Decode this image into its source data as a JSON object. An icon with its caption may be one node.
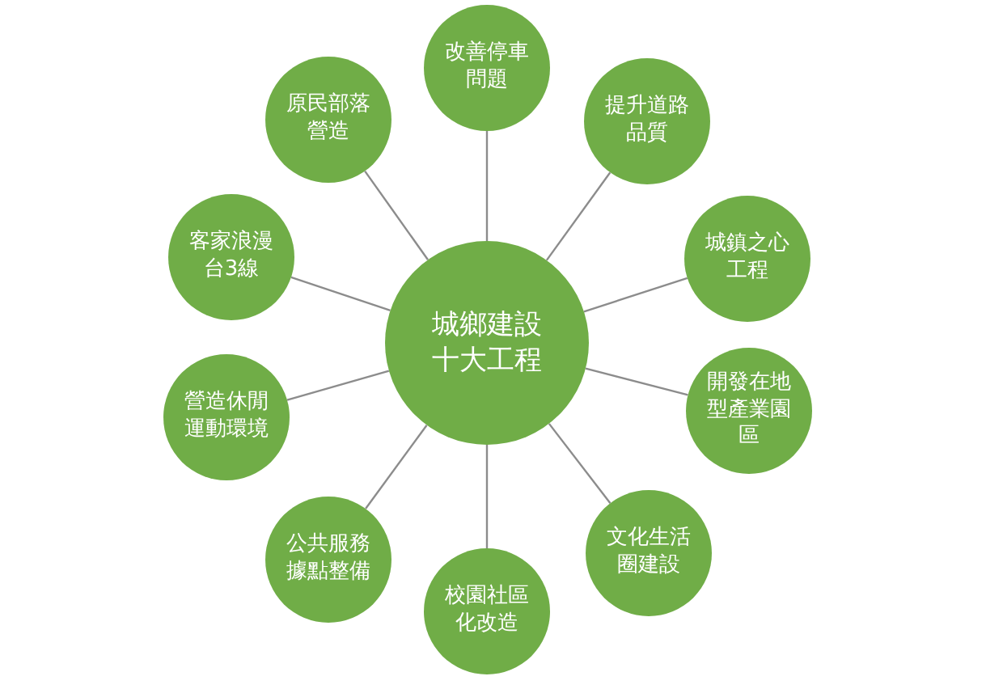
{
  "diagram": {
    "nodes": [
      {
        "text": [
          "城鄉建設十大工程"
        ]
      },
      {
        "text": [
          "改善停車問題"
        ]
      },
      {
        "text": [
          "提升道路品質"
        ]
      },
      {
        "text": [
          "城鎮之心工程"
        ]
      },
      {
        "text": [
          "開發在地型產業園區"
        ]
      },
      {
        "text": [
          "文化生活圈建設"
        ]
      },
      {
        "text": [
          "校園社區化改造"
        ]
      },
      {
        "text": [
          "公共服務據點整備"
        ]
      },
      {
        "text": [
          "營造休閒運動環境"
        ]
      },
      {
        "text": [
          "客家浪漫台3線"
        ]
      },
      {
        "text": [
          "原民部落營造"
        ]
      }
    ],
    "edges": [
      {
        "from": 0,
        "to": 1,
        "arrow": "none"
      },
      {
        "from": 0,
        "to": 2,
        "arrow": "none"
      },
      {
        "from": 0,
        "to": 3,
        "arrow": "none"
      },
      {
        "from": 0,
        "to": 4,
        "arrow": "none"
      },
      {
        "from": 0,
        "to": 5,
        "arrow": "none"
      },
      {
        "from": 0,
        "to": 6,
        "arrow": "none"
      },
      {
        "from": 0,
        "to": 7,
        "arrow": "none"
      },
      {
        "from": 0,
        "to": 8,
        "arrow": "none"
      },
      {
        "from": 0,
        "to": 9,
        "arrow": "none"
      },
      {
        "from": 0,
        "to": 10,
        "arrow": "none"
      }
    ]
  }
}
